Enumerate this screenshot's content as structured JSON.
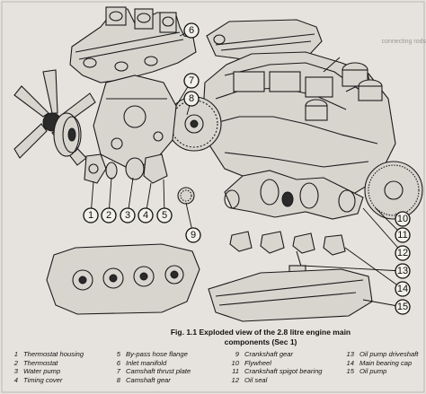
{
  "caption": {
    "line1": "Fig. 1.1 Exploded view of the 2.8 litre engine main",
    "line2": "components (Sec 1)"
  },
  "legend": [
    [
      {
        "num": "1",
        "label": "Thermostat housing"
      },
      {
        "num": "5",
        "label": "By-pass hose flange"
      },
      {
        "num": "9",
        "label": "Crankshaft gear"
      },
      {
        "num": "13",
        "label": "Oil pump driveshaft"
      }
    ],
    [
      {
        "num": "2",
        "label": "Thermostat"
      },
      {
        "num": "6",
        "label": "Inlet manifold"
      },
      {
        "num": "10",
        "label": "Flywheel"
      },
      {
        "num": "14",
        "label": "Main bearing cap"
      }
    ],
    [
      {
        "num": "3",
        "label": "Water pump"
      },
      {
        "num": "7",
        "label": "Camshaft thrust plate"
      },
      {
        "num": "11",
        "label": "Crankshaft spigot bearing"
      },
      {
        "num": "15",
        "label": "Oil pump"
      }
    ],
    [
      {
        "num": "4",
        "label": "Timing cover"
      },
      {
        "num": "8",
        "label": "Camshaft gear"
      },
      {
        "num": "12",
        "label": "Oil seal"
      },
      {
        "num": "",
        "label": ""
      }
    ]
  ],
  "callouts": [
    "1",
    "2",
    "3",
    "4",
    "5",
    "6",
    "7",
    "8",
    "9",
    "10",
    "11",
    "12",
    "13",
    "14",
    "15"
  ],
  "bleed_text": [
    "connecting rods"
  ]
}
